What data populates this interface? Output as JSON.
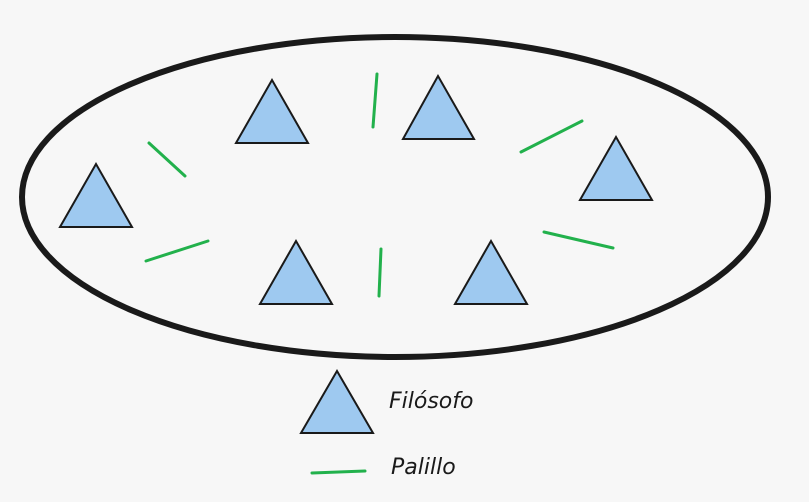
{
  "background_color": "#f7f7f7",
  "table": {
    "stroke_color": "#1a1a1a"
  },
  "philosopher": {
    "fill_color": "#9ec9f0",
    "stroke_color": "#1a1a1a",
    "icon": "triangle"
  },
  "chopstick": {
    "color": "#22b14c",
    "icon": "line"
  },
  "philosophers": [
    {
      "name": "philosopher-1"
    },
    {
      "name": "philosopher-2"
    },
    {
      "name": "philosopher-3"
    },
    {
      "name": "philosopher-4"
    },
    {
      "name": "philosopher-5"
    },
    {
      "name": "philosopher-6"
    }
  ],
  "chopsticks": [
    {
      "name": "chopstick-1"
    },
    {
      "name": "chopstick-2"
    },
    {
      "name": "chopstick-3"
    },
    {
      "name": "chopstick-4"
    },
    {
      "name": "chopstick-5"
    },
    {
      "name": "chopstick-6"
    }
  ],
  "legend": {
    "philosopher_label": "Filósofo",
    "chopstick_label": "Palillo"
  }
}
